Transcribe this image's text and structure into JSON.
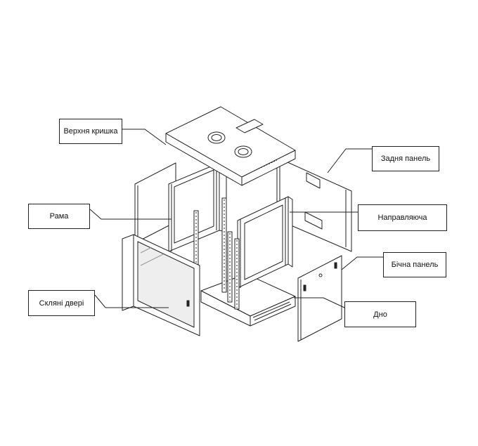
{
  "diagram": {
    "labels": {
      "top_cover": "Верхня кришка",
      "back_panel": "Задня панель",
      "frame": "Рама",
      "guide_rail": "Направляюча",
      "side_panel": "Бічна панель",
      "glass_door": "Скляні двері",
      "bottom": "Дно"
    },
    "colors": {
      "line": "#222222",
      "panel_fill": "#ffffff",
      "glass_fill": "#eeeeee",
      "background": "#ffffff"
    }
  }
}
